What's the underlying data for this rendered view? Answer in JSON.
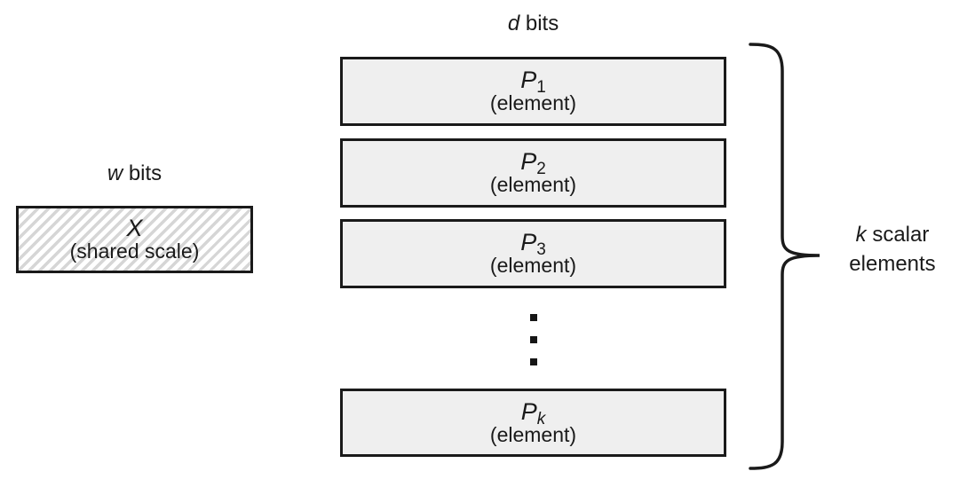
{
  "diagram": {
    "shared_scale": {
      "width_label": {
        "var": "w",
        "unit": " bits"
      },
      "symbol": "X",
      "caption": "(shared scale)"
    },
    "elements_column": {
      "width_label": {
        "var": "d",
        "unit": " bits"
      },
      "items": [
        {
          "sym": "P",
          "sub": "1",
          "caption": "(element)"
        },
        {
          "sym": "P",
          "sub": "2",
          "caption": "(element)"
        },
        {
          "sym": "P",
          "sub": "3",
          "caption": "(element)"
        },
        {
          "sym": "P",
          "sub": "k",
          "caption": "(element)"
        }
      ]
    },
    "brace_label": {
      "var": "k",
      "rest": " scalar",
      "line2": "elements"
    },
    "colors": {
      "box_fill": "#efefef",
      "border": "#1a1a1a",
      "hatch_stripe": "#d6d6d6",
      "text": "#1a1a1a"
    }
  }
}
